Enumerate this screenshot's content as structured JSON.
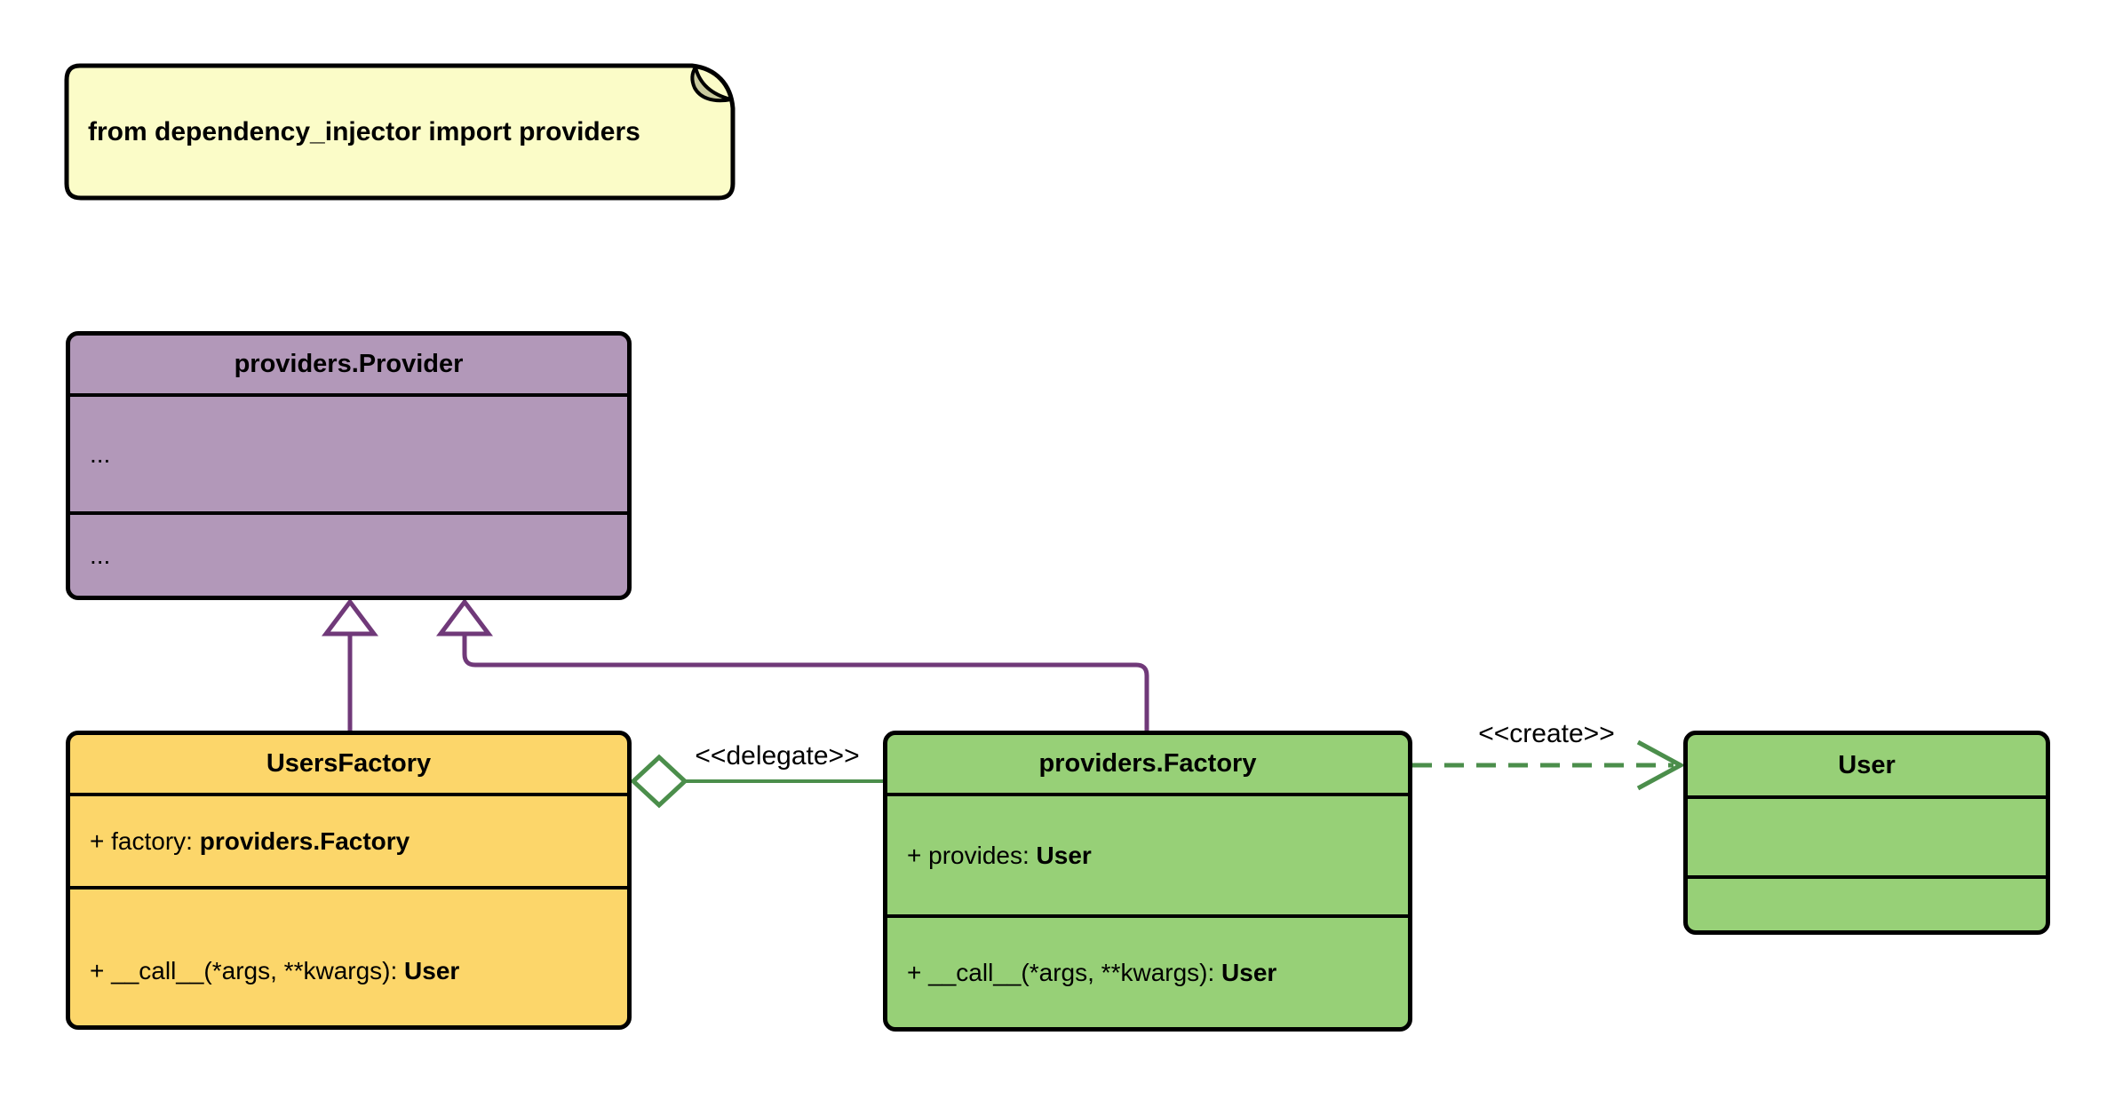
{
  "diagram": {
    "background": "#ffffff",
    "note": {
      "text": "from dependency_injector import providers",
      "fill": "#fbfcc8",
      "fold_fill": "#c9ca9e",
      "border_color": "#000000"
    },
    "classes": [
      {
        "title": "providers.Provider",
        "fill": "#b298b9",
        "attributes": [
          {
            "text": "...",
            "type": ""
          }
        ],
        "methods": [
          {
            "text": "...",
            "type": ""
          }
        ]
      },
      {
        "title": "UsersFactory",
        "fill": "#fcd66a",
        "attributes": [
          {
            "text": "+ factory: ",
            "type": "providers.Factory"
          }
        ],
        "methods": [
          {
            "text": "+ __call__(*args, **kwargs): ",
            "type": "User"
          }
        ]
      },
      {
        "title": "providers.Factory",
        "fill": "#97d077",
        "attributes": [
          {
            "text": "+ provides: ",
            "type": "User"
          }
        ],
        "methods": [
          {
            "text": "+ __call__(*args, **kwargs): ",
            "type": "User"
          }
        ]
      },
      {
        "title": "User",
        "fill": "#97d077",
        "attributes": [],
        "methods": []
      }
    ],
    "edges": {
      "generalization_color": "#703979",
      "association_color": "#4b8e4b",
      "delegate_label": "<<delegate>>",
      "create_label": "<<create>>",
      "label_color": "#000000"
    }
  }
}
